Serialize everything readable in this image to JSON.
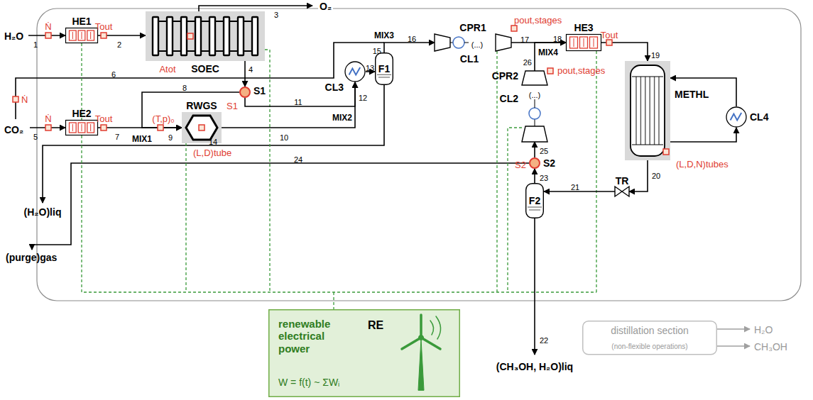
{
  "diagram": {
    "nodes": [
      {
        "text": [
          "HE1"
        ]
      },
      {
        "text": [
          "SOEC"
        ]
      },
      {
        "text": [
          "HE2"
        ]
      },
      {
        "text": [
          "RWGS"
        ]
      },
      {
        "text": [
          "S1"
        ]
      },
      {
        "text": [
          "CL3"
        ]
      },
      {
        "text": [
          "F1"
        ]
      },
      {
        "text": [
          "CPR1",
          "CL1"
        ]
      },
      {
        "text": [
          "HE3"
        ]
      },
      {
        "text": [
          "METHL"
        ]
      },
      {
        "text": [
          "CL4"
        ]
      },
      {
        "text": [
          "CPR2",
          "CL2"
        ]
      },
      {
        "text": [
          "S2"
        ]
      },
      {
        "text": [
          "F2"
        ]
      },
      {
        "text": [
          "TR"
        ]
      },
      {
        "text": [
          "renewable electrical power",
          "W = f(t) ~ ΣWᵢ",
          "RE"
        ]
      },
      {
        "text": [
          "distillation section",
          "(non-flexible operations)"
        ]
      }
    ],
    "edges": [
      {
        "from": 0,
        "to": 1,
        "arrow": "to",
        "label": "2"
      },
      {
        "from": 1,
        "to": 4,
        "arrow": "to",
        "label": "4"
      },
      {
        "from": 4,
        "to": 3,
        "arrow": "to",
        "label": "8"
      },
      {
        "from": 2,
        "to": 3,
        "arrow": "to",
        "label": "7"
      },
      {
        "from": 3,
        "to": 5,
        "arrow": "to",
        "label": "10"
      },
      {
        "from": 4,
        "to": 5,
        "arrow": "to",
        "label": "11"
      },
      {
        "from": 5,
        "to": 6,
        "arrow": "to",
        "label": "13"
      },
      {
        "from": 6,
        "to": 7,
        "arrow": "to",
        "label": "16"
      },
      {
        "from": 7,
        "to": 8,
        "arrow": "to",
        "label": "17"
      },
      {
        "from": 11,
        "to": 8,
        "arrow": "to",
        "label": "26"
      },
      {
        "from": 8,
        "to": 9,
        "arrow": "to",
        "label": "19"
      },
      {
        "from": 9,
        "to": 14,
        "arrow": "to",
        "label": "20"
      },
      {
        "from": 14,
        "to": 13,
        "arrow": "to",
        "label": "21"
      },
      {
        "from": 13,
        "to": 12,
        "arrow": "to",
        "label": "23"
      },
      {
        "from": 12,
        "to": 11,
        "arrow": "to",
        "label": "25"
      },
      {
        "from": 10,
        "to": 9,
        "arrow": "to"
      },
      {
        "from": 9,
        "to": 10,
        "arrow": "to"
      }
    ],
    "labels": [
      "1",
      "H₂O",
      "Ṅ",
      "Tout",
      "Atot",
      "3",
      "O₂",
      "6",
      "MIX3",
      "15",
      "12",
      "MIX2",
      "pout,stages",
      "(...)",
      "18",
      "MIX4",
      "Tout",
      "CO₂",
      "Ṅ",
      "Ṅ",
      "5",
      "Tout",
      "9",
      "MIX1",
      "(T,p)₀",
      "(L,D)tube",
      "S1",
      "14",
      "24",
      "(H₂O)liq",
      "(purge)gas",
      "pout,stages",
      "(...)",
      "S2",
      "(L,D,N)tubes",
      "22",
      "(CH₃OH, H₂O)liq",
      "H₂O",
      "CH₃OH"
    ]
  }
}
